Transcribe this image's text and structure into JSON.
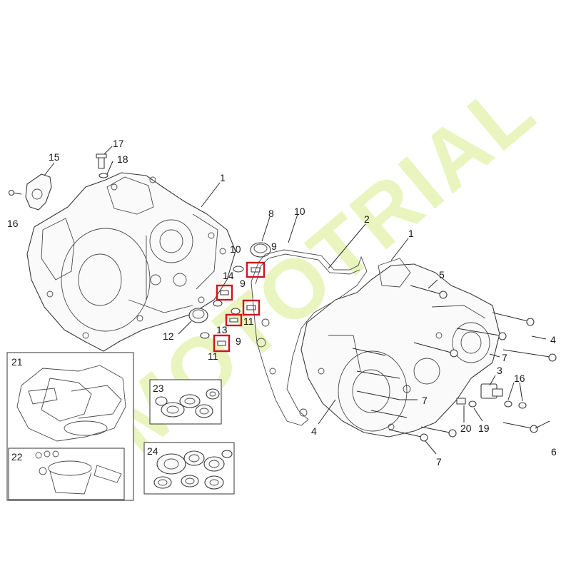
{
  "watermark": {
    "text": "MOTOTRIAL",
    "color_light": "#e6f3b4",
    "color_dark": "#8c8c8c"
  },
  "colors": {
    "highlight": "#d0141c",
    "line": "#3a3a3a"
  },
  "callouts": {
    "c1a": "1",
    "c1b": "1",
    "c2": "2",
    "c3": "3",
    "c4a": "4",
    "c4b": "4",
    "c5": "5",
    "c6": "6",
    "c7a": "7",
    "c7b": "7",
    "c7c": "7",
    "c8": "8",
    "c9a": "9",
    "c9b": "9",
    "c9c": "9",
    "c10a": "10",
    "c10b": "10",
    "c11a": "11",
    "c11b": "11",
    "c12": "12",
    "c13": "13",
    "c14": "14",
    "c15": "15",
    "c16a": "16",
    "c16b": "16",
    "c17": "17",
    "c18": "18",
    "c19": "19",
    "c20": "20",
    "c21": "21",
    "c22": "22",
    "c23": "23",
    "c24": "24"
  }
}
